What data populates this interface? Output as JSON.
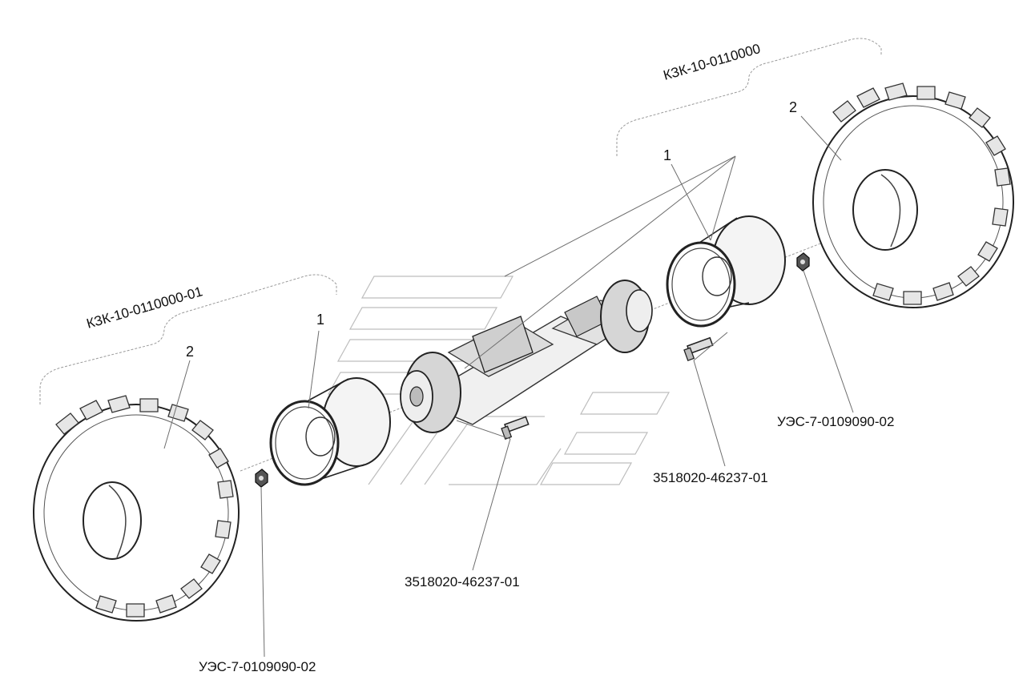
{
  "groups": {
    "right": {
      "label": "КЗК-10-0110000"
    },
    "left": {
      "label": "КЗК-10-0110000-01"
    }
  },
  "callouts": {
    "rim_right": "1",
    "rim_left": "1",
    "tire_right": "2",
    "tire_left": "2"
  },
  "parts": {
    "nut_right": "УЭС-7-0109090-02",
    "bolt_right": "3518020-46237-01",
    "bolt_center": "3518020-46237-01",
    "nut_left": "УЭС-7-0109090-02"
  },
  "icons": {
    "tire": "tractor-tire-icon",
    "rim": "wheel-rim-icon",
    "axle": "drive-axle-icon",
    "bolt": "bolt-icon",
    "nut": "nut-icon",
    "watermark": "logo-watermark"
  }
}
